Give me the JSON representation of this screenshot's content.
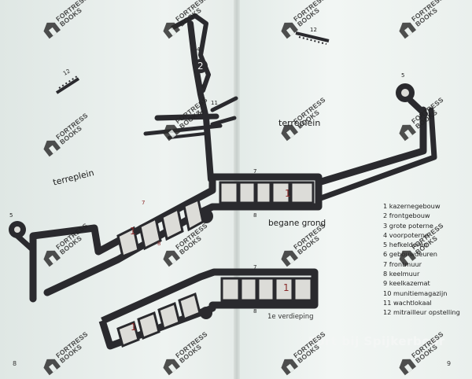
{
  "labels": {
    "terreplein_left": "terreplein",
    "terreplein_right": "terreplein",
    "ground_floor": "begane grond",
    "first_floor": "1e verdieping"
  },
  "legend": [
    "1 kazernegebouw",
    "2 frontgebouw",
    "3 grote poterne",
    "4 voorpoterne",
    "5 hefkelderen",
    "6 gebouwdeuren",
    "7 frontmuur",
    "8 keelmuur",
    "9 keelkazemat",
    "10 munitiemagazijn",
    "11 wachtlokaal",
    "12 mitrailleur opstelling"
  ],
  "callouts": [
    "1",
    "1",
    "1",
    "1",
    "2",
    "4",
    "5",
    "5",
    "6",
    "7",
    "7",
    "7",
    "8",
    "8",
    "8",
    "10",
    "11",
    "12",
    "12"
  ],
  "title": "Fort bij Spijkerboor",
  "page_numbers": {
    "left": "8",
    "right": "9"
  },
  "watermark": {
    "line1": "FORTRESS",
    "line2": "BOOKS"
  },
  "colors": {
    "structure": "#2a2a2e",
    "room_fill": "#dcdcd8",
    "background": "#e9efec",
    "marker": "#8a2a2a"
  }
}
